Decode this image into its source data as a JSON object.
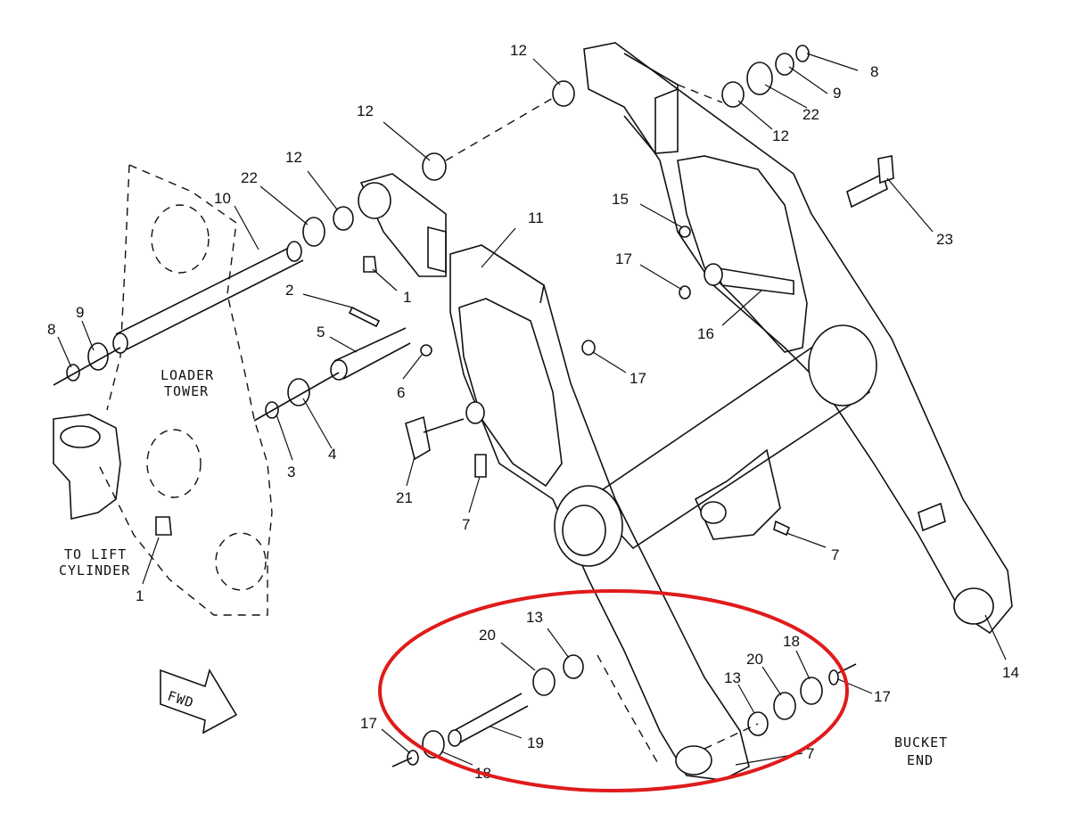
{
  "captions": {
    "loader_tower": [
      "LOADER",
      "TOWER"
    ],
    "to_lift_cylinder": [
      "TO LIFT",
      "CYLINDER"
    ],
    "bucket_end": [
      "BUCKET",
      "END"
    ],
    "fwd": "FWD"
  },
  "callouts": [
    {
      "id": "c12a",
      "label": "12"
    },
    {
      "id": "c8a",
      "label": "8"
    },
    {
      "id": "c9a",
      "label": "9"
    },
    {
      "id": "c22a",
      "label": "22"
    },
    {
      "id": "c12b",
      "label": "12"
    },
    {
      "id": "c12c",
      "label": "12"
    },
    {
      "id": "c12d",
      "label": "12"
    },
    {
      "id": "c22b",
      "label": "22"
    },
    {
      "id": "c10",
      "label": "10"
    },
    {
      "id": "c11",
      "label": "11"
    },
    {
      "id": "c15",
      "label": "15"
    },
    {
      "id": "c23",
      "label": "23"
    },
    {
      "id": "c17a",
      "label": "17"
    },
    {
      "id": "c16",
      "label": "16"
    },
    {
      "id": "c2",
      "label": "2"
    },
    {
      "id": "c1a",
      "label": "1"
    },
    {
      "id": "c5",
      "label": "5"
    },
    {
      "id": "c8b",
      "label": "8"
    },
    {
      "id": "c9b",
      "label": "9"
    },
    {
      "id": "c6",
      "label": "6"
    },
    {
      "id": "c17b",
      "label": "17"
    },
    {
      "id": "c3",
      "label": "3"
    },
    {
      "id": "c4",
      "label": "4"
    },
    {
      "id": "c21",
      "label": "21"
    },
    {
      "id": "c7a",
      "label": "7"
    },
    {
      "id": "c7b",
      "label": "7"
    },
    {
      "id": "c1b",
      "label": "1"
    },
    {
      "id": "c14",
      "label": "14"
    },
    {
      "id": "c13a",
      "label": "13"
    },
    {
      "id": "c20a",
      "label": "20"
    },
    {
      "id": "c18a",
      "label": "18"
    },
    {
      "id": "c20b",
      "label": "20"
    },
    {
      "id": "c13b",
      "label": "13"
    },
    {
      "id": "c17c",
      "label": "17"
    },
    {
      "id": "c17d",
      "label": "17"
    },
    {
      "id": "c19",
      "label": "19"
    },
    {
      "id": "c18b",
      "label": "18"
    },
    {
      "id": "c7c",
      "label": "7"
    }
  ],
  "highlight": {
    "color": "#e01b1b",
    "shape": "ellipse"
  }
}
